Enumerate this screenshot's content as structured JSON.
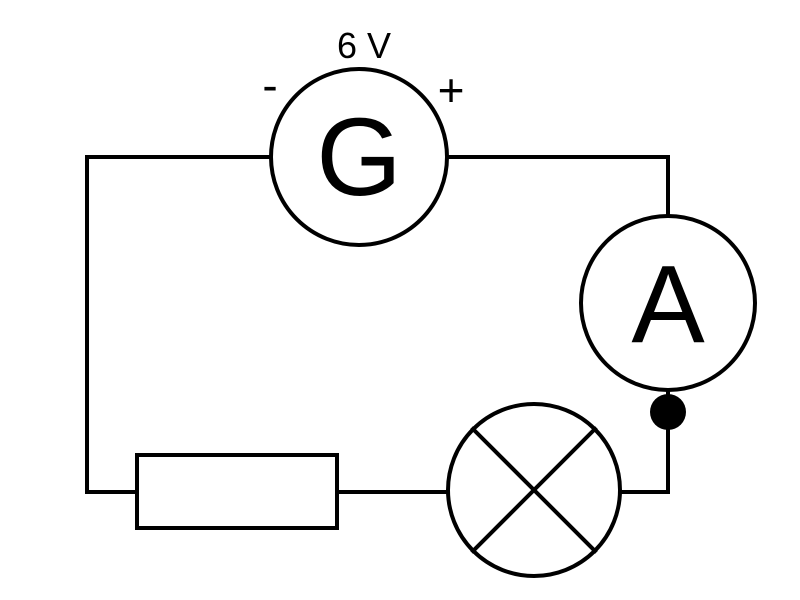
{
  "source": {
    "symbol": "G",
    "voltage_label": "6 V",
    "negative_label": "-",
    "positive_label": "+"
  },
  "ammeter": {
    "symbol": "A"
  },
  "components": [
    {
      "id": "generator",
      "type": "voltage-source"
    },
    {
      "id": "ammeter",
      "type": "ammeter"
    },
    {
      "id": "junction",
      "type": "node"
    },
    {
      "id": "lamp",
      "type": "lamp"
    },
    {
      "id": "resistor",
      "type": "resistor"
    }
  ],
  "colors": {
    "stroke": "#000000",
    "background": "#ffffff"
  }
}
